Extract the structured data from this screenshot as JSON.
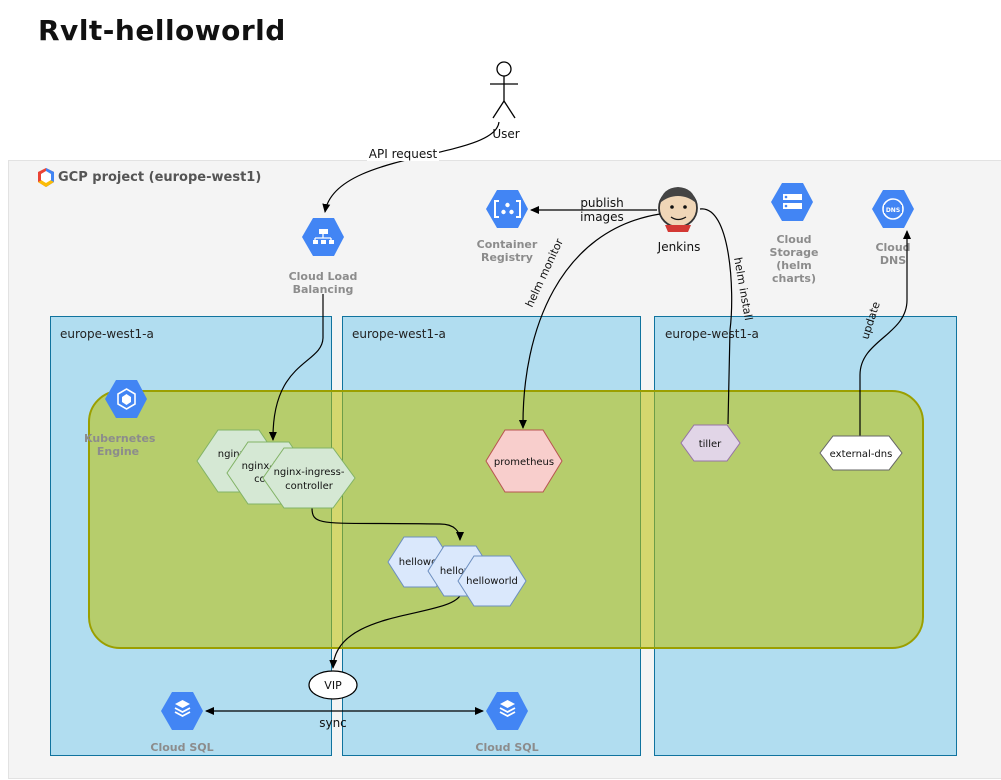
{
  "title": "Rvlt-helloworld",
  "gcp_project": "GCP project (europe-west1)",
  "zones": [
    "europe-west1-a",
    "europe-west1-a",
    "europe-west1-a"
  ],
  "actors": {
    "user": "User",
    "jenkins": "Jenkins"
  },
  "services": {
    "cloud_load_balancing": "Cloud Load Balancing",
    "container_registry": "Container Registry",
    "cloud_storage": "Cloud Storage (helm charts)",
    "cloud_dns": "Cloud DNS",
    "kubernetes_engine": "Kubernetes Engine",
    "cloud_sql_1": "Cloud SQL",
    "cloud_sql_2": "Cloud SQL"
  },
  "pods": {
    "nginx_1": "nginx-ingress-controller",
    "nginx_2": "nginx-ingress-controller",
    "nginx_3": "nginx-ingress-controller",
    "hello_1": "helloworld",
    "hello_2": "helloworld",
    "hello_3": "helloworld",
    "prometheus": "prometheus",
    "tiller": "tiller",
    "external_dns": "external-dns",
    "vip": "VIP"
  },
  "edges": {
    "api_request": "API request",
    "publish_images": "publish images",
    "helm_monitor": "helm monitor",
    "helm_install": "helm install",
    "update": "update",
    "sync": "sync"
  },
  "colors": {
    "gcp_blue": "#4285f4",
    "zone_fill": "#b1ddf0",
    "cluster_fill": "#b9c000",
    "nginx_fill": "#d5e8d4",
    "hello_fill": "#dae8fc",
    "prometheus_fill": "#f8cecc",
    "tiller_fill": "#e1d5e7"
  }
}
